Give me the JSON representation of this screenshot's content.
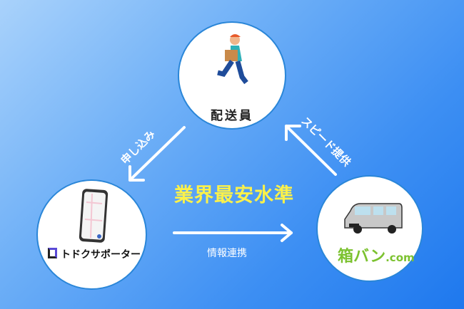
{
  "title": "業界最安水準",
  "nodes": {
    "courier": {
      "label": "配送員"
    },
    "todoku": {
      "label": "トドクサポーター"
    },
    "hakovan": {
      "label_main": "箱バン",
      "label_suffix": ".com"
    }
  },
  "arrows": {
    "apply": "申し込み",
    "speed": "スピード提供",
    "info": "情報連携"
  },
  "colors": {
    "title": "#fbf14a",
    "hakovan_green": "#7cc230"
  }
}
